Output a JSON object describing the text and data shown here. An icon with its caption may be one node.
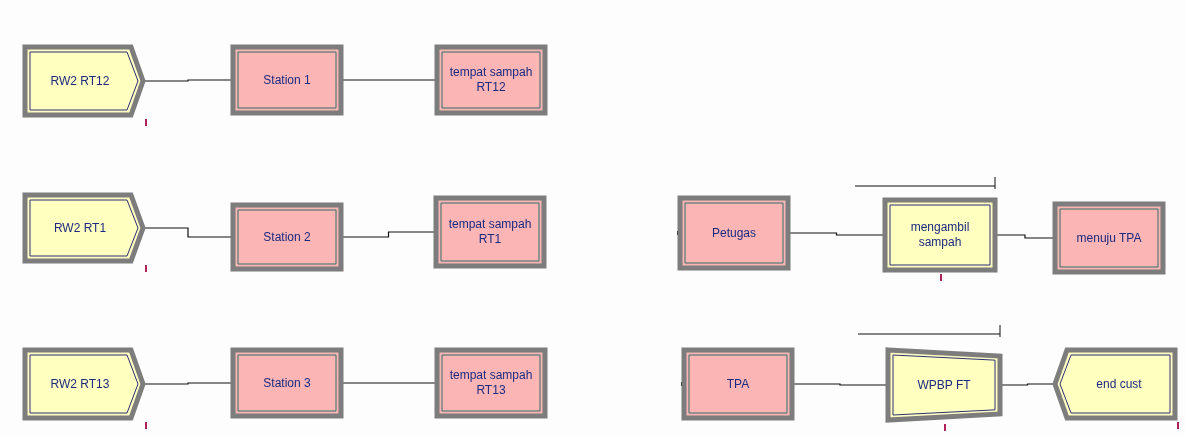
{
  "diagram": {
    "nodes": [
      {
        "text": [
          "RW2 RT12"
        ]
      },
      {
        "text": [
          "Station 1"
        ]
      },
      {
        "text": [
          "tempat sampah RT12"
        ]
      },
      {
        "text": [
          "RW2 RT1"
        ]
      },
      {
        "text": [
          "Station 2"
        ]
      },
      {
        "text": [
          "tempat sampah RT1"
        ]
      },
      {
        "text": [
          "Petugas"
        ]
      },
      {
        "text": [
          "mengambil sampah"
        ]
      },
      {
        "text": [
          "menuju TPA"
        ]
      },
      {
        "text": [
          "RW2 RT13"
        ]
      },
      {
        "text": [
          "Station 3"
        ]
      },
      {
        "text": [
          "tempat sampah RT13"
        ]
      },
      {
        "text": [
          "TPA"
        ]
      },
      {
        "text": [
          "WPBP FT"
        ]
      },
      {
        "text": [
          "end cust"
        ]
      }
    ],
    "edges": [
      {
        "from": 0,
        "to": 1,
        "arrow": "none"
      },
      {
        "from": 1,
        "to": 2,
        "arrow": "none"
      },
      {
        "from": 3,
        "to": 4,
        "arrow": "none"
      },
      {
        "from": 4,
        "to": 5,
        "arrow": "none"
      },
      {
        "from": 6,
        "to": 7,
        "arrow": "none"
      },
      {
        "from": 7,
        "to": 8,
        "arrow": "none"
      },
      {
        "from": 9,
        "to": 10,
        "arrow": "none"
      },
      {
        "from": 10,
        "to": 11,
        "arrow": "none"
      },
      {
        "from": 12,
        "to": 13,
        "arrow": "none"
      },
      {
        "from": 13,
        "to": 14,
        "arrow": "none"
      }
    ]
  }
}
